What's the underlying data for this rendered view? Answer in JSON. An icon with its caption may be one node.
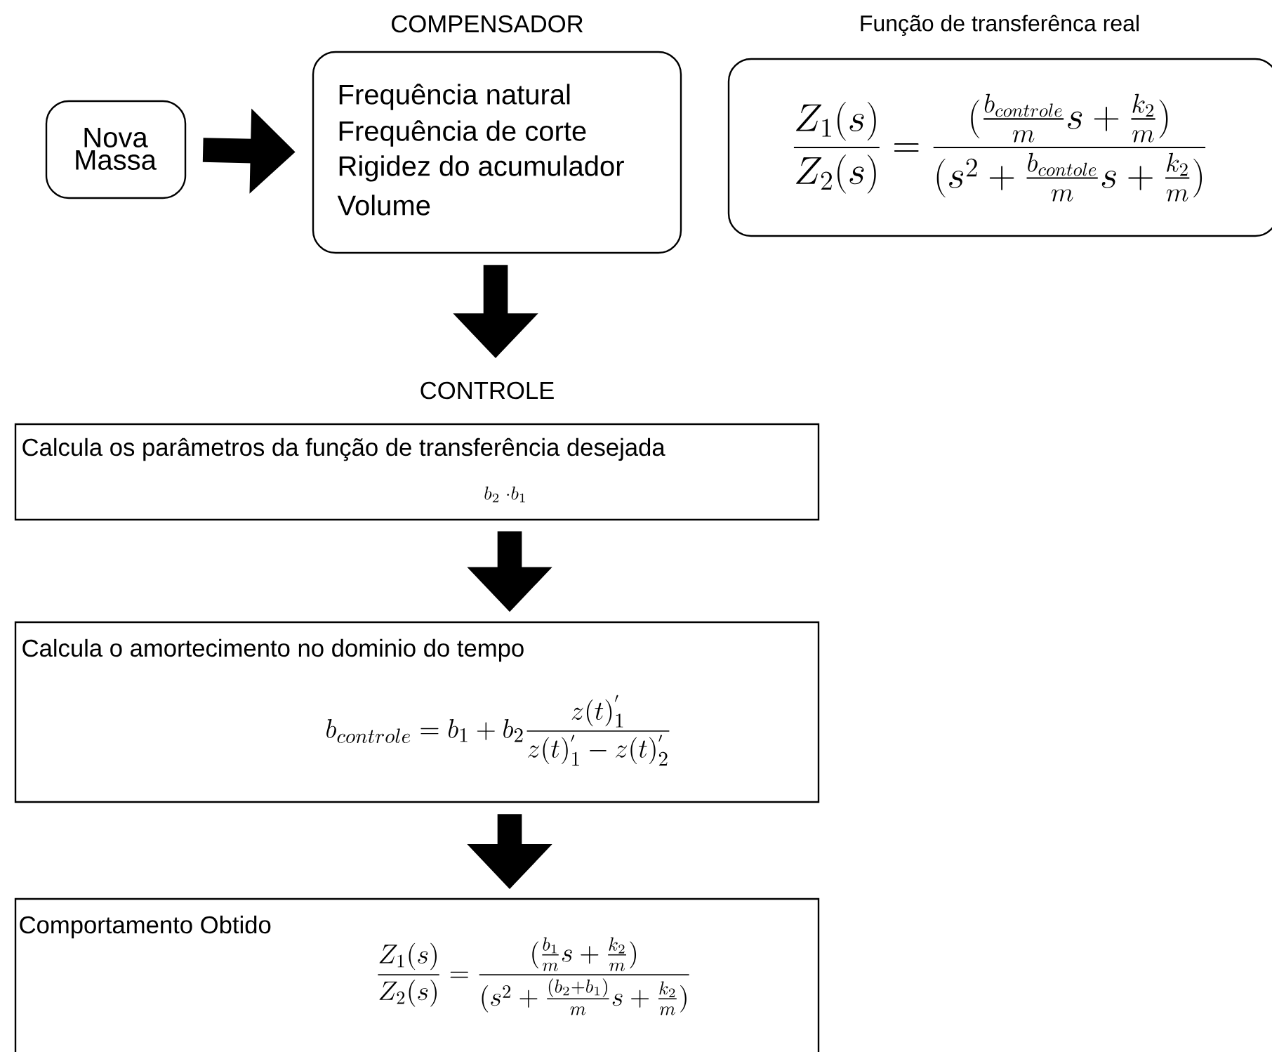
{
  "diagram": {
    "nodes": [
      {
        "text": [
          "Nova Massa"
        ]
      },
      {
        "text": [
          "COMPENSADOR",
          "Frequência natural",
          "Frequência de corte",
          "Rigidez do acumulador",
          "Volume"
        ]
      },
      {
        "text": [
          "Função de transferênca real",
          "\\frac{Z_1(s)}{Z_2(s)} = \\frac{(\\frac{b_{controle}}{m}s + \\frac{k_2}{m})}{(s^2 + \\frac{b_{contole}}{m}s + \\frac{k_2}{m})}"
        ]
      },
      {
        "text": [
          "CONTROLE",
          "Calcula os parâmetros da função de transferência desejada",
          "b_2 \\ {\\cdot}b_1"
        ]
      },
      {
        "text": [
          "Calcula o amortecimento no dominio do tempo",
          "b_{controle} = b_1 + b_2\\frac{z(t)_1^{'}}{z(t)_1^{'} - z(t)_2^{'}}"
        ]
      },
      {
        "text": [
          "Comportamento Obtido",
          "\\frac{Z_1(s)}{Z_2(s)} = \\frac{(\\frac{b_1}{m}s + \\frac{k_2}{m})}{(s^2 + \\frac{(b_2+b_1)}{m}s + \\frac{k_2}{m})}"
        ]
      }
    ],
    "edges": [
      {
        "from": 0,
        "to": 1,
        "arrow": "to"
      },
      {
        "from": 1,
        "to": 3,
        "arrow": "to"
      },
      {
        "from": 3,
        "to": 4,
        "arrow": "to"
      },
      {
        "from": 4,
        "to": 5,
        "arrow": "to"
      }
    ]
  }
}
